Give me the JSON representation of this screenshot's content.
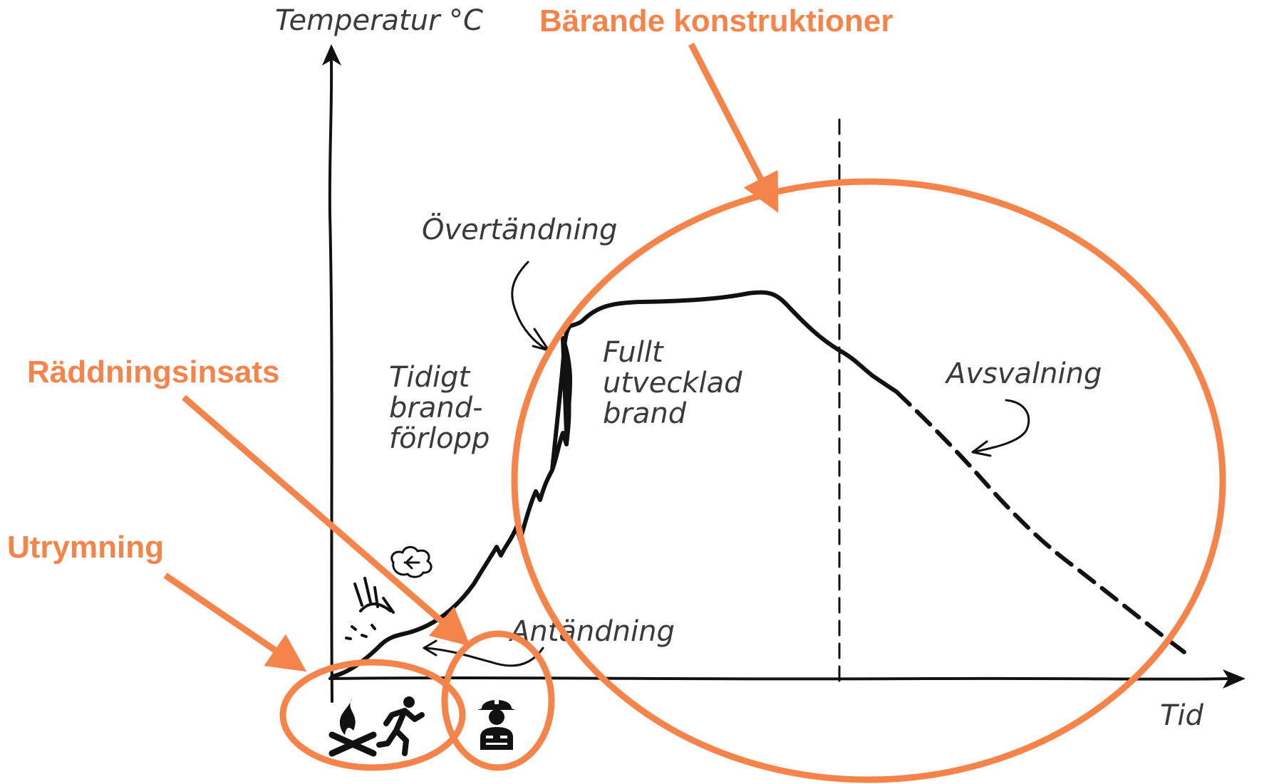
{
  "colors": {
    "accent": "#F5844A",
    "ink": "#111111",
    "handwriting": "#3a3a3a"
  },
  "axes": {
    "y_label": "Temperatur",
    "y_unit": "°C",
    "x_label": "Tid"
  },
  "annotations": {
    "flashover": "Övertändning",
    "early_fire_line1": "Tidigt",
    "early_fire_line2": "brand-",
    "early_fire_line3": "förlopp",
    "fully_developed_line1": "Fullt",
    "fully_developed_line2": "utvecklad",
    "fully_developed_line3": "brand",
    "cooling": "Avsvalning",
    "ignition": "Antändning"
  },
  "phases": {
    "load_bearing": "Bärande konstruktioner",
    "rescue": "Räddningsinsats",
    "evacuation": "Utrymning"
  },
  "icons": {
    "evacuation": [
      "campfire-icon",
      "running-person-icon"
    ],
    "rescue": [
      "firefighter-icon"
    ]
  }
}
